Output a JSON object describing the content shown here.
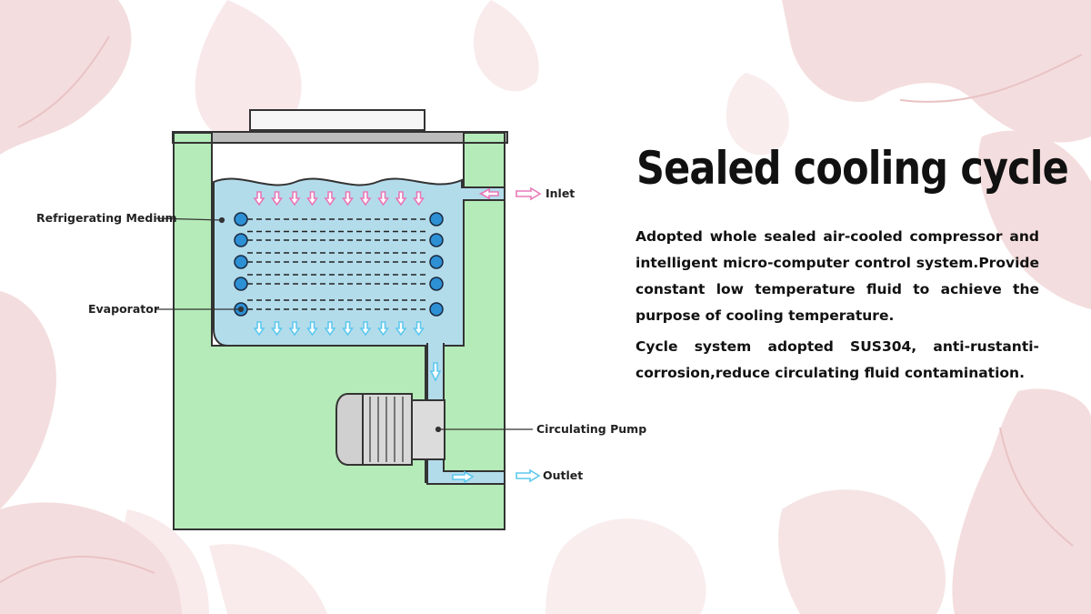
{
  "title": "Sealed cooling cycle",
  "description": [
    "Adopted whole sealed air-cooled compressor and intelligent micro-computer control system.Provide constant low temperature fluid to achieve the purpose of cooling temperature.",
    "Cycle system adopted SUS304, anti-rustanti-corrosion,reduce circulating fluid contamination."
  ],
  "diagram": {
    "labels": {
      "refrigerating_medium": "Refrigerating Medium",
      "evaporator": "Evaporator",
      "inlet": "Inlet",
      "circulating_pump": "Circulating Pump",
      "outlet": "Outlet"
    }
  },
  "colors": {
    "housing": "#b5ebb8",
    "fluid": "#b3dceb",
    "coil": "#2d8fd4",
    "inlet_arrow": "#e878b8",
    "outlet_arrow": "#5ec8ee",
    "leaf": "#f2d8da"
  }
}
